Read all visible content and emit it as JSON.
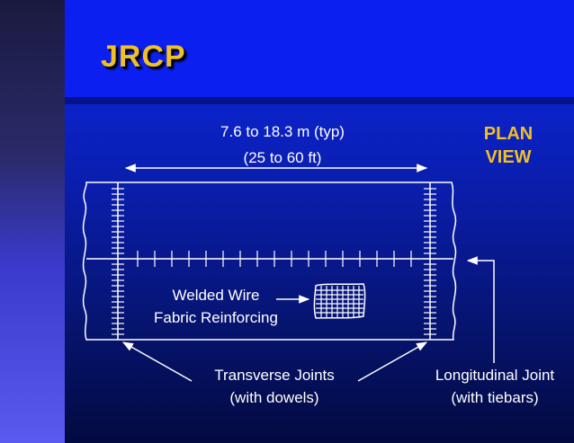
{
  "title": "JRCP",
  "view_label": [
    "PLAN",
    "VIEW"
  ],
  "dimension": {
    "metric": "7.6 to 18.3 m (typ)",
    "imperial": "(25 to 60 ft)"
  },
  "reinforcing_label": [
    "Welded Wire",
    "Fabric Reinforcing"
  ],
  "transverse_label": [
    "Transverse Joints",
    "(with dowels)"
  ],
  "longitudinal_label": [
    "Longitudinal Joint",
    "(with tiebars)"
  ],
  "colors": {
    "title": "#f0c028",
    "background": "#0b1ff0",
    "lines": "#ffffff"
  }
}
